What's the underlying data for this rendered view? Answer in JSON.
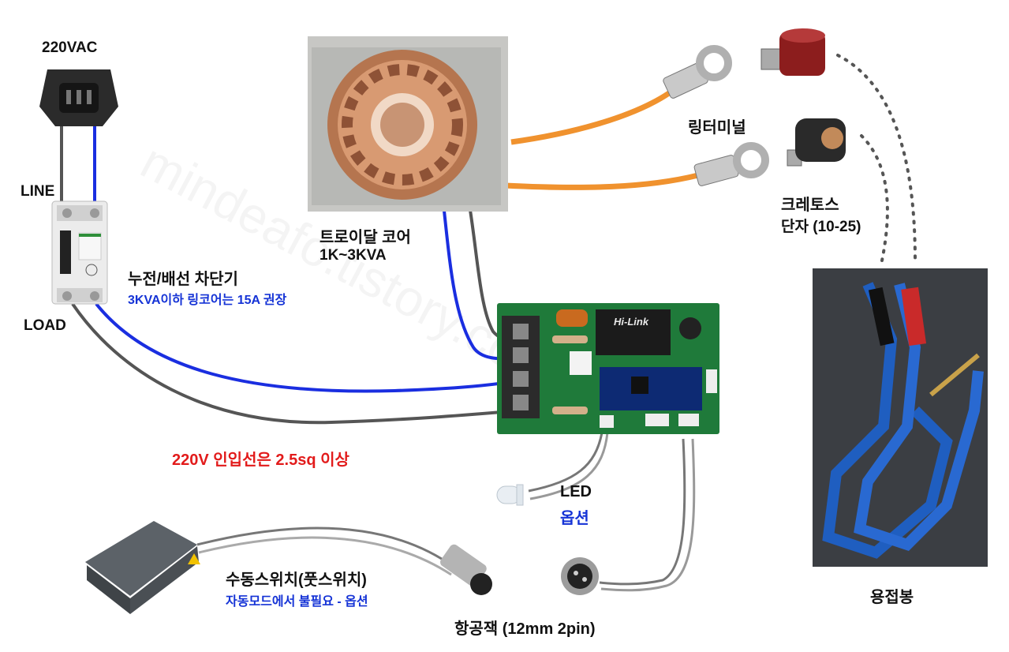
{
  "labels": {
    "ac_input": "220VAC",
    "line": "LINE",
    "load": "LOAD",
    "breaker_title": "누전/배선 차단기",
    "breaker_note": "3KVA이하 링코어는 15A 권장",
    "toroid_title": "트로이달 코어",
    "toroid_rating": "1K~3KVA",
    "ring_terminal": "링터미널",
    "cretos_title": "크레토스",
    "cretos_range": "단자 (10-25)",
    "input_wire_note": "220V 인입선은 2.5sq 이상",
    "led": "LED",
    "led_option": "옵션",
    "foot_switch": "수동스위치(풋스위치)",
    "foot_switch_note": "자동모드에서 불필요 - 옵션",
    "aviation_jack": "항공잭 (12mm 2pin)",
    "welding_rod": "용접봉"
  },
  "board": {
    "module_brand": "Hi-Link"
  },
  "watermark": "mindeafo.tistory.com",
  "colors": {
    "blue_wire": "#1a2ee0",
    "gray_wire": "#555555",
    "orange_wire": "#f0922e",
    "pcb_green": "#1f7a3a",
    "note_blue": "#1533d6",
    "note_red": "#e21b1b"
  }
}
